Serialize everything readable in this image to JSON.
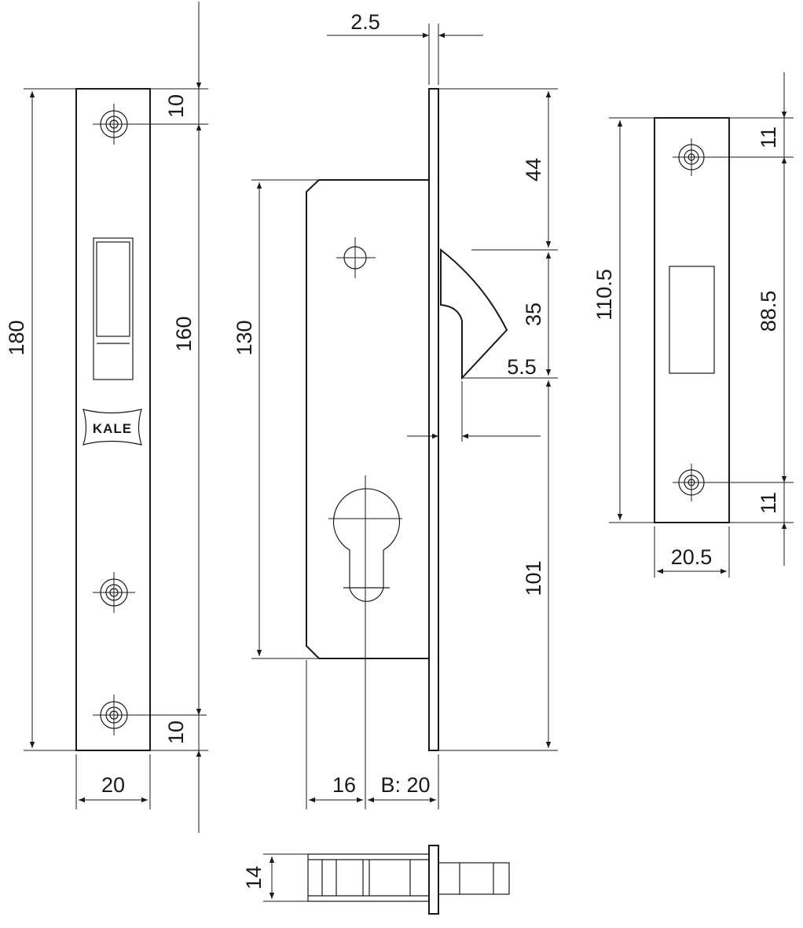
{
  "brand": {
    "logo_text": "KALE"
  },
  "dimensions": {
    "faceplate_length": "180",
    "faceplate_hole_spacing": "160",
    "faceplate_top_offset": "10",
    "faceplate_bottom_offset": "10",
    "faceplate_width": "20",
    "faceplate_thickness": "2.5",
    "case_height": "130",
    "top_to_hook": "44",
    "hook_height": "35",
    "hook_projection": "5.5",
    "hook_to_bottom": "101",
    "case_depth": "16",
    "backset": "B: 20",
    "strike_length": "110.5",
    "strike_hole_spacing": "88.5",
    "strike_top_offset": "11",
    "strike_bottom_offset": "11",
    "strike_width": "20.5",
    "body_thickness": "14"
  }
}
